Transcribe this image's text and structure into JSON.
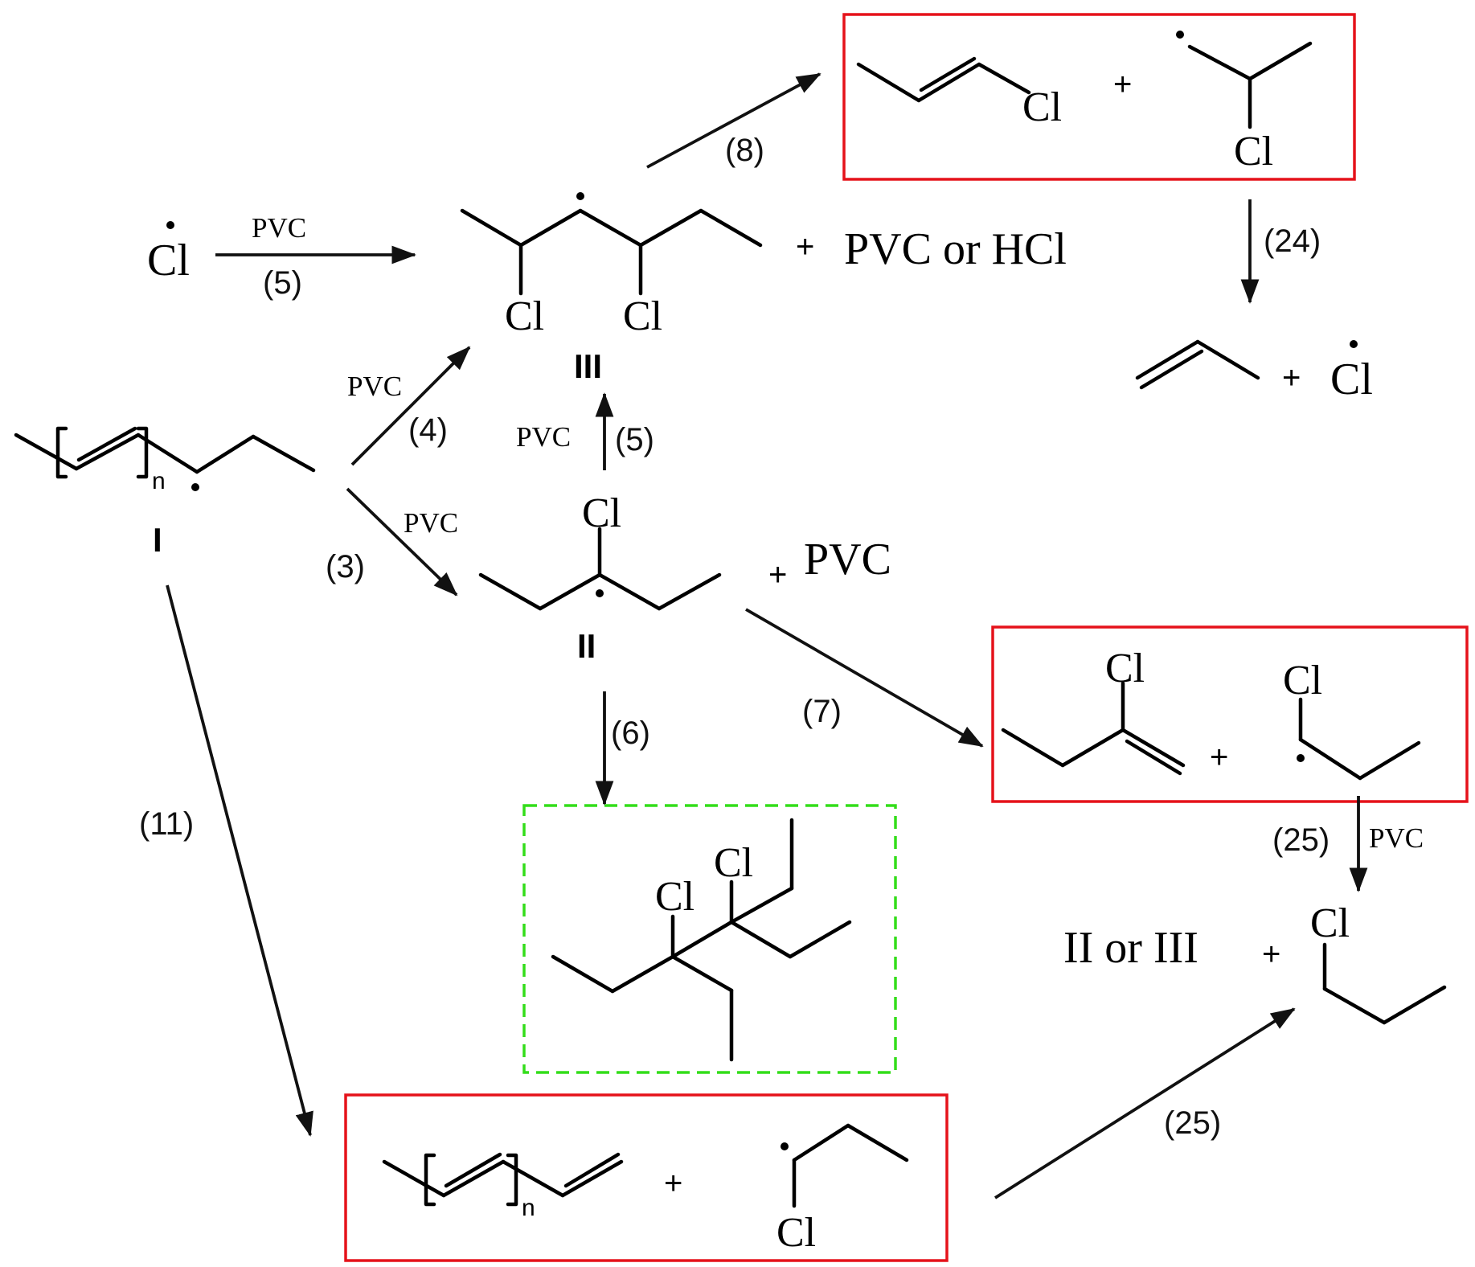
{
  "colors": {
    "product_box": "#e5121a",
    "crosslink_box": "#33dd1a",
    "highlight_bond": "#3cc83c"
  },
  "labels": {
    "cl": "Cl",
    "pvc": "PVC",
    "plus": "+",
    "n": "n",
    "pvc_or_hcl": "PVC or HCl",
    "plus_pvc": "PVC",
    "ii_or_iii": "II or III",
    "roman_I": "I",
    "roman_II": "II",
    "roman_III": "III"
  },
  "reactions": {
    "r3": "(3)",
    "r4": "(4)",
    "r5": "(5)",
    "r6": "(6)",
    "r7": "(7)",
    "r8": "(8)",
    "r11": "(11)",
    "r24": "(24)",
    "r25": "(25)"
  }
}
